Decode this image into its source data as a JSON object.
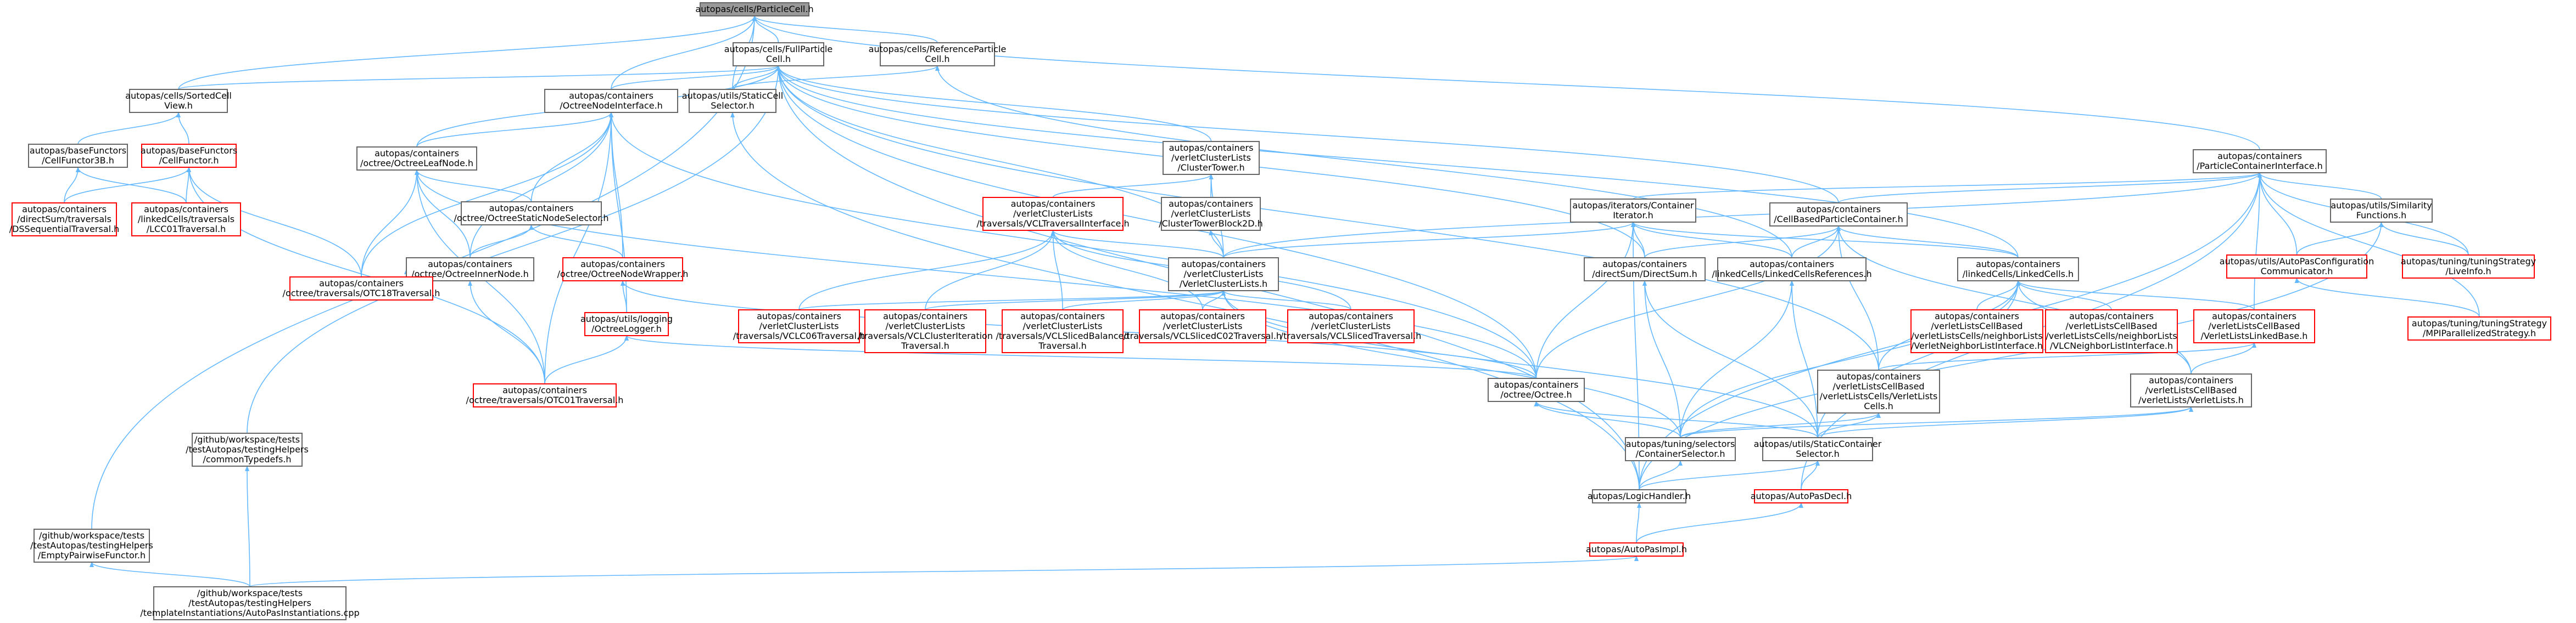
{
  "diagram": {
    "kind": "include-dependency-graph",
    "colors": {
      "edge": "#63b8ff",
      "normal_border": "#666666",
      "truncated_border": "#ff0000",
      "root_fill": "#999999"
    },
    "nodes": [
      {
        "id": "n0",
        "lines": [
          "autopas/cells/ParticleCell.h"
        ],
        "style": "root"
      },
      {
        "id": "n1",
        "lines": [
          "autopas/cells/FullParticle",
          "Cell.h"
        ],
        "style": "normal"
      },
      {
        "id": "n2",
        "lines": [
          "autopas/cells/ReferenceParticle",
          "Cell.h"
        ],
        "style": "normal"
      },
      {
        "id": "n3",
        "lines": [
          "autopas/cells/SortedCell",
          "View.h"
        ],
        "style": "normal"
      },
      {
        "id": "n4",
        "lines": [
          "autopas/containers",
          "/OctreeNodeInterface.h"
        ],
        "style": "normal"
      },
      {
        "id": "n5",
        "lines": [
          "autopas/utils/StaticCell",
          "Selector.h"
        ],
        "style": "normal"
      },
      {
        "id": "n6",
        "lines": [
          "autopas/containers",
          "/ParticleContainerInterface.h"
        ],
        "style": "normal"
      },
      {
        "id": "n7",
        "lines": [
          "autopas/baseFunctors",
          "/CellFunctor3B.h"
        ],
        "style": "normal"
      },
      {
        "id": "n8",
        "lines": [
          "autopas/baseFunctors",
          "/CellFunctor.h"
        ],
        "style": "truncated"
      },
      {
        "id": "n9",
        "lines": [
          "autopas/containers",
          "/directSum/traversals",
          "/DSSequentialTraversal.h"
        ],
        "style": "truncated"
      },
      {
        "id": "n10",
        "lines": [
          "autopas/containers",
          "/linkedCells/traversals",
          "/LCC01Traversal.h"
        ],
        "style": "truncated"
      },
      {
        "id": "n11",
        "lines": [
          "autopas/containers",
          "/octree/OctreeLeafNode.h"
        ],
        "style": "normal"
      },
      {
        "id": "n12",
        "lines": [
          "autopas/containers",
          "/octree/OctreeStaticNodeSelector.h"
        ],
        "style": "normal"
      },
      {
        "id": "n13",
        "lines": [
          "autopas/containers",
          "/octree/OctreeInnerNode.h"
        ],
        "style": "normal"
      },
      {
        "id": "n14",
        "lines": [
          "autopas/containers",
          "/octree/OctreeNodeWrapper.h"
        ],
        "style": "truncated"
      },
      {
        "id": "n15",
        "lines": [
          "autopas/containers",
          "/octree/traversals/OTC18Traversal.h"
        ],
        "style": "truncated"
      },
      {
        "id": "n16",
        "lines": [
          "autopas/containers",
          "/octree/traversals/OTC01Traversal.h"
        ],
        "style": "truncated"
      },
      {
        "id": "n17",
        "lines": [
          "autopas/utils/logging",
          "/OctreeLogger.h"
        ],
        "style": "truncated"
      },
      {
        "id": "n18",
        "lines": [
          "autopas/containers",
          "/verletClusterLists",
          "/ClusterTower.h"
        ],
        "style": "normal"
      },
      {
        "id": "n19",
        "lines": [
          "autopas/containers",
          "/verletClusterLists",
          "/traversals/VCLTraversalInterface.h"
        ],
        "style": "truncated"
      },
      {
        "id": "n20",
        "lines": [
          "autopas/containers",
          "/verletClusterLists",
          "/ClusterTowerBlock2D.h"
        ],
        "style": "normal"
      },
      {
        "id": "n21",
        "lines": [
          "autopas/containers",
          "/verletClusterLists",
          "/VerletClusterLists.h"
        ],
        "style": "normal"
      },
      {
        "id": "n22",
        "lines": [
          "autopas/containers",
          "/verletClusterLists",
          "/traversals/VCLC06Traversal.h"
        ],
        "style": "truncated"
      },
      {
        "id": "n23",
        "lines": [
          "autopas/containers",
          "/verletClusterLists",
          "/traversals/VCLClusterIteration",
          "Traversal.h"
        ],
        "style": "truncated"
      },
      {
        "id": "n24",
        "lines": [
          "autopas/containers",
          "/verletClusterLists",
          "/traversals/VCLSlicedBalanced",
          "Traversal.h"
        ],
        "style": "truncated"
      },
      {
        "id": "n25",
        "lines": [
          "autopas/containers",
          "/verletClusterLists",
          "/traversals/VCLSlicedC02Traversal.h"
        ],
        "style": "truncated"
      },
      {
        "id": "n26",
        "lines": [
          "autopas/containers",
          "/verletClusterLists",
          "/traversals/VCLSlicedTraversal.h"
        ],
        "style": "truncated"
      },
      {
        "id": "n27",
        "lines": [
          "autopas/iterators/Container",
          "Iterator.h"
        ],
        "style": "normal"
      },
      {
        "id": "n28",
        "lines": [
          "autopas/containers",
          "/CellBasedParticleContainer.h"
        ],
        "style": "normal"
      },
      {
        "id": "n29",
        "lines": [
          "autopas/containers",
          "/directSum/DirectSum.h"
        ],
        "style": "normal"
      },
      {
        "id": "n30",
        "lines": [
          "autopas/containers",
          "/linkedCells/LinkedCellsReferences.h"
        ],
        "style": "normal"
      },
      {
        "id": "n31",
        "lines": [
          "autopas/containers",
          "/linkedCells/LinkedCells.h"
        ],
        "style": "normal"
      },
      {
        "id": "n32",
        "lines": [
          "autopas/utils/Similarity",
          "Functions.h"
        ],
        "style": "normal"
      },
      {
        "id": "n33",
        "lines": [
          "autopas/utils/AutoPasConfiguration",
          "Communicator.h"
        ],
        "style": "truncated"
      },
      {
        "id": "n34",
        "lines": [
          "autopas/tuning/tuningStrategy",
          "/LiveInfo.h"
        ],
        "style": "truncated"
      },
      {
        "id": "n35",
        "lines": [
          "autopas/containers",
          "/verletListsCellBased",
          "/verletListsCells/neighborLists",
          "/VerletNeighborListInterface.h"
        ],
        "style": "truncated"
      },
      {
        "id": "n36",
        "lines": [
          "autopas/containers",
          "/verletListsCellBased",
          "/verletListsCells/neighborLists",
          "/VLCNeighborListInterface.h"
        ],
        "style": "truncated"
      },
      {
        "id": "n37",
        "lines": [
          "autopas/containers",
          "/verletListsCellBased",
          "/VerletListsLinkedBase.h"
        ],
        "style": "truncated"
      },
      {
        "id": "n38",
        "lines": [
          "autopas/tuning/tuningStrategy",
          "/MPIParallelizedStrategy.h"
        ],
        "style": "truncated"
      },
      {
        "id": "n39",
        "lines": [
          "autopas/containers",
          "/octree/Octree.h"
        ],
        "style": "normal"
      },
      {
        "id": "n40",
        "lines": [
          "autopas/containers",
          "/verletListsCellBased",
          "/verletListsCells/VerletLists",
          "Cells.h"
        ],
        "style": "normal"
      },
      {
        "id": "n41",
        "lines": [
          "autopas/containers",
          "/verletListsCellBased",
          "/verletLists/VerletLists.h"
        ],
        "style": "normal"
      },
      {
        "id": "n42",
        "lines": [
          "autopas/tuning/selectors",
          "/ContainerSelector.h"
        ],
        "style": "normal"
      },
      {
        "id": "n43",
        "lines": [
          "autopas/utils/StaticContainer",
          "Selector.h"
        ],
        "style": "normal"
      },
      {
        "id": "n44",
        "lines": [
          "/github/workspace/tests",
          "/testAutopas/testingHelpers",
          "/commonTypedefs.h"
        ],
        "style": "normal"
      },
      {
        "id": "n45",
        "lines": [
          "autopas/LogicHandler.h"
        ],
        "style": "normal"
      },
      {
        "id": "n46",
        "lines": [
          "autopas/AutoPasDecl.h"
        ],
        "style": "truncated"
      },
      {
        "id": "n47",
        "lines": [
          "/github/workspace/tests",
          "/testAutopas/testingHelpers",
          "/EmptyPairwiseFunctor.h"
        ],
        "style": "normal"
      },
      {
        "id": "n48",
        "lines": [
          "autopas/AutoPasImpl.h"
        ],
        "style": "truncated"
      },
      {
        "id": "n49",
        "lines": [
          "/github/workspace/tests",
          "/testAutopas/testingHelpers",
          "/templateInstantiations/AutoPasInstantiations.cpp"
        ],
        "style": "normal"
      }
    ],
    "edges": [
      [
        "n0",
        "n1"
      ],
      [
        "n0",
        "n2"
      ],
      [
        "n0",
        "n3"
      ],
      [
        "n0",
        "n4"
      ],
      [
        "n0",
        "n5"
      ],
      [
        "n0",
        "n6"
      ],
      [
        "n0",
        "n47"
      ],
      [
        "n1",
        "n3"
      ],
      [
        "n1",
        "n4"
      ],
      [
        "n1",
        "n5"
      ],
      [
        "n1",
        "n11"
      ],
      [
        "n1",
        "n18"
      ],
      [
        "n1",
        "n28"
      ],
      [
        "n1",
        "n29"
      ],
      [
        "n1",
        "n31"
      ],
      [
        "n1",
        "n39"
      ],
      [
        "n1",
        "n40"
      ],
      [
        "n1",
        "n45"
      ],
      [
        "n1",
        "n44"
      ],
      [
        "n1",
        "n21"
      ],
      [
        "n2",
        "n30"
      ],
      [
        "n2",
        "n5"
      ],
      [
        "n3",
        "n7"
      ],
      [
        "n3",
        "n8"
      ],
      [
        "n7",
        "n9"
      ],
      [
        "n7",
        "n10"
      ],
      [
        "n8",
        "n9"
      ],
      [
        "n8",
        "n10"
      ],
      [
        "n8",
        "n15"
      ],
      [
        "n8",
        "n16"
      ],
      [
        "n4",
        "n11"
      ],
      [
        "n4",
        "n12"
      ],
      [
        "n4",
        "n13"
      ],
      [
        "n4",
        "n14"
      ],
      [
        "n4",
        "n15"
      ],
      [
        "n4",
        "n16"
      ],
      [
        "n4",
        "n17"
      ],
      [
        "n4",
        "n39"
      ],
      [
        "n11",
        "n12"
      ],
      [
        "n11",
        "n13"
      ],
      [
        "n11",
        "n15"
      ],
      [
        "n11",
        "n16"
      ],
      [
        "n11",
        "n39"
      ],
      [
        "n12",
        "n13"
      ],
      [
        "n12",
        "n14"
      ],
      [
        "n13",
        "n15"
      ],
      [
        "n13",
        "n16"
      ],
      [
        "n14",
        "n17"
      ],
      [
        "n14",
        "n39"
      ],
      [
        "n17",
        "n16"
      ],
      [
        "n17",
        "n39"
      ],
      [
        "n5",
        "n45"
      ],
      [
        "n6",
        "n27"
      ],
      [
        "n6",
        "n28"
      ],
      [
        "n6",
        "n32"
      ],
      [
        "n6",
        "n33"
      ],
      [
        "n6",
        "n34"
      ],
      [
        "n6",
        "n37"
      ],
      [
        "n6",
        "n38"
      ],
      [
        "n6",
        "n45"
      ],
      [
        "n6",
        "n46"
      ],
      [
        "n6",
        "n21"
      ],
      [
        "n18",
        "n19"
      ],
      [
        "n18",
        "n20"
      ],
      [
        "n18",
        "n21"
      ],
      [
        "n19",
        "n21"
      ],
      [
        "n19",
        "n22"
      ],
      [
        "n19",
        "n23"
      ],
      [
        "n19",
        "n24"
      ],
      [
        "n19",
        "n25"
      ],
      [
        "n19",
        "n26"
      ],
      [
        "n20",
        "n21"
      ],
      [
        "n21",
        "n22"
      ],
      [
        "n21",
        "n23"
      ],
      [
        "n21",
        "n24"
      ],
      [
        "n21",
        "n25"
      ],
      [
        "n21",
        "n26"
      ],
      [
        "n21",
        "n42"
      ],
      [
        "n21",
        "n43"
      ],
      [
        "n27",
        "n21"
      ],
      [
        "n27",
        "n29"
      ],
      [
        "n27",
        "n30"
      ],
      [
        "n27",
        "n31"
      ],
      [
        "n27",
        "n39"
      ],
      [
        "n27",
        "n45"
      ],
      [
        "n28",
        "n29"
      ],
      [
        "n28",
        "n30"
      ],
      [
        "n28",
        "n31"
      ],
      [
        "n28",
        "n39"
      ],
      [
        "n28",
        "n40"
      ],
      [
        "n28",
        "n41"
      ],
      [
        "n29",
        "n42"
      ],
      [
        "n29",
        "n43"
      ],
      [
        "n30",
        "n42"
      ],
      [
        "n30",
        "n43"
      ],
      [
        "n31",
        "n35"
      ],
      [
        "n31",
        "n36"
      ],
      [
        "n31",
        "n37"
      ],
      [
        "n31",
        "n40"
      ],
      [
        "n31",
        "n41"
      ],
      [
        "n31",
        "n42"
      ],
      [
        "n31",
        "n43"
      ],
      [
        "n32",
        "n33"
      ],
      [
        "n32",
        "n34"
      ],
      [
        "n32",
        "n45"
      ],
      [
        "n33",
        "n38"
      ],
      [
        "n37",
        "n40"
      ],
      [
        "n37",
        "n41"
      ],
      [
        "n39",
        "n42"
      ],
      [
        "n39",
        "n43"
      ],
      [
        "n40",
        "n42"
      ],
      [
        "n40",
        "n43"
      ],
      [
        "n41",
        "n42"
      ],
      [
        "n41",
        "n43"
      ],
      [
        "n42",
        "n45"
      ],
      [
        "n43",
        "n45"
      ],
      [
        "n43",
        "n46"
      ],
      [
        "n44",
        "n49"
      ],
      [
        "n45",
        "n48"
      ],
      [
        "n46",
        "n48"
      ],
      [
        "n47",
        "n49"
      ],
      [
        "n48",
        "n49"
      ]
    ]
  }
}
